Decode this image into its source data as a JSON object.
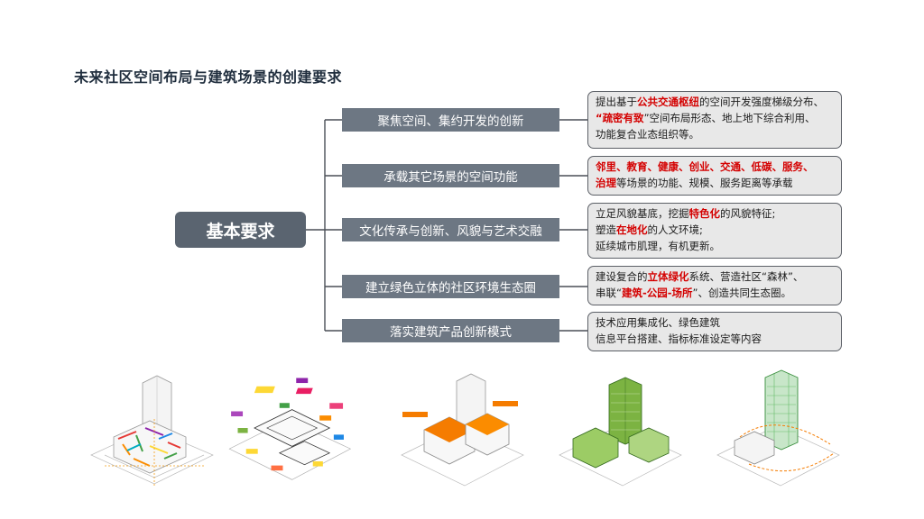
{
  "title": "未来社区空间布局与建筑场景的创建要求",
  "root_label": "基本要求",
  "categories": [
    {
      "label": "聚焦空间、集约开发的创新"
    },
    {
      "label": "承载其它场景的空间功能"
    },
    {
      "label": "文化传承与创新、风貌与艺术交融"
    },
    {
      "label": "建立绿色立体的社区环境生态圈"
    },
    {
      "label": "落实建筑产品创新模式"
    }
  ],
  "descriptions": {
    "d1": {
      "a": "提出基于",
      "b": "公共交通枢纽",
      "c": "的空间开发强度梯级分布、",
      "d": "“",
      "e": "疏密有致",
      "f": "”空间布局形态、地上地下综合利用、",
      "g": "功能复合业态组织等。"
    },
    "d2": {
      "a": "邻里、教育、健康、创业、交通、低碳、服务、",
      "b": "治理",
      "c": "等场景的功能、规模、服务距离等承载"
    },
    "d3": {
      "a": "立足风貌基底，挖掘",
      "b": "特色化",
      "c": "的风貌特征;",
      "d": "塑造",
      "e": "在地化",
      "f": "的人文环境;",
      "g": "延续城市肌理，有机更新。"
    },
    "d4": {
      "a": "建设复合的",
      "b": "立体绿化",
      "c": "系统、营造社区“森林”、",
      "d": "串联“",
      "e": "建筑-公园-场所",
      "f": "”、创造共同生态圈。"
    },
    "d5": {
      "a": "技术应用集成化、绿色建筑",
      "b": "信息平台搭建、指标标准设定等内容"
    }
  },
  "colors": {
    "highlight": "#d40000",
    "root_fill": "#5a6470",
    "category_fill": "#6d7783",
    "desc_fill": "#e8e8e8",
    "line": "#4a4f57"
  },
  "illustrations": [
    "multicolor-building-icon",
    "exploded-color-blocks-icon",
    "orange-podium-building-icon",
    "green-vertical-building-icon",
    "green-glass-tower-icon"
  ]
}
